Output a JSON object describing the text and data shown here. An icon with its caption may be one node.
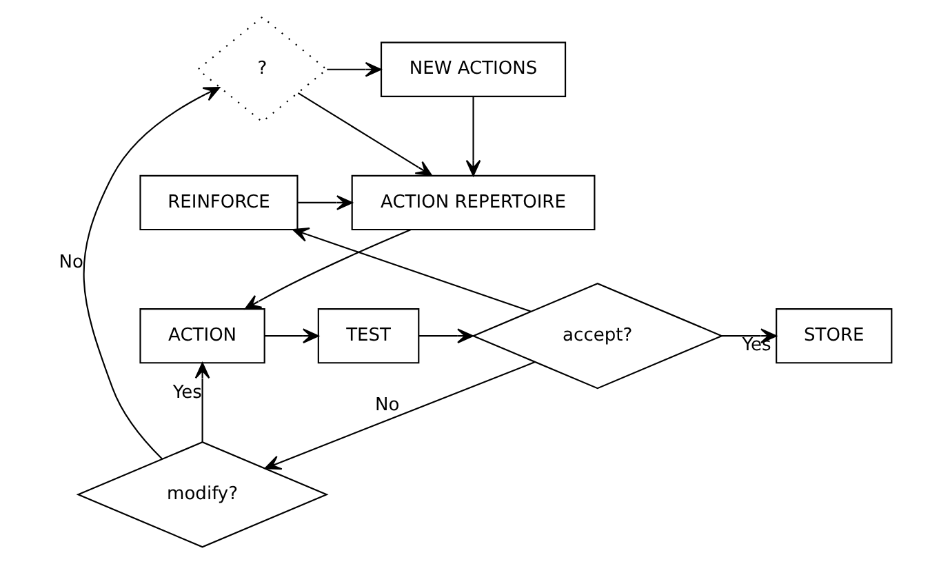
{
  "diagram": {
    "nodes": [
      {
        "text": [
          "?"
        ]
      },
      {
        "text": [
          "NEW ACTIONS"
        ]
      },
      {
        "text": [
          "ACTION REPERTOIRE"
        ]
      },
      {
        "text": [
          "REINFORCE"
        ]
      },
      {
        "text": [
          "ACTION"
        ]
      },
      {
        "text": [
          "TEST"
        ]
      },
      {
        "text": [
          "accept?"
        ]
      },
      {
        "text": [
          "STORE"
        ]
      },
      {
        "text": [
          "modify?"
        ]
      }
    ],
    "edges": [
      {
        "from": 0,
        "to": 1,
        "arrow": "to"
      },
      {
        "from": 0,
        "to": 2,
        "arrow": "to"
      },
      {
        "from": 1,
        "to": 2,
        "arrow": "to"
      },
      {
        "from": 3,
        "to": 2,
        "arrow": "to"
      },
      {
        "from": 2,
        "to": 4,
        "arrow": "to"
      },
      {
        "from": 4,
        "to": 5,
        "arrow": "to"
      },
      {
        "from": 5,
        "to": 6,
        "arrow": "to"
      },
      {
        "from": 6,
        "to": 7,
        "arrow": "to",
        "label": "Yes"
      },
      {
        "from": 6,
        "to": 3,
        "arrow": "to"
      },
      {
        "from": 6,
        "to": 8,
        "arrow": "to",
        "label": "No"
      },
      {
        "from": 8,
        "to": 4,
        "arrow": "to",
        "label": "Yes"
      },
      {
        "from": 8,
        "to": 0,
        "arrow": "to",
        "label": "No"
      }
    ]
  }
}
